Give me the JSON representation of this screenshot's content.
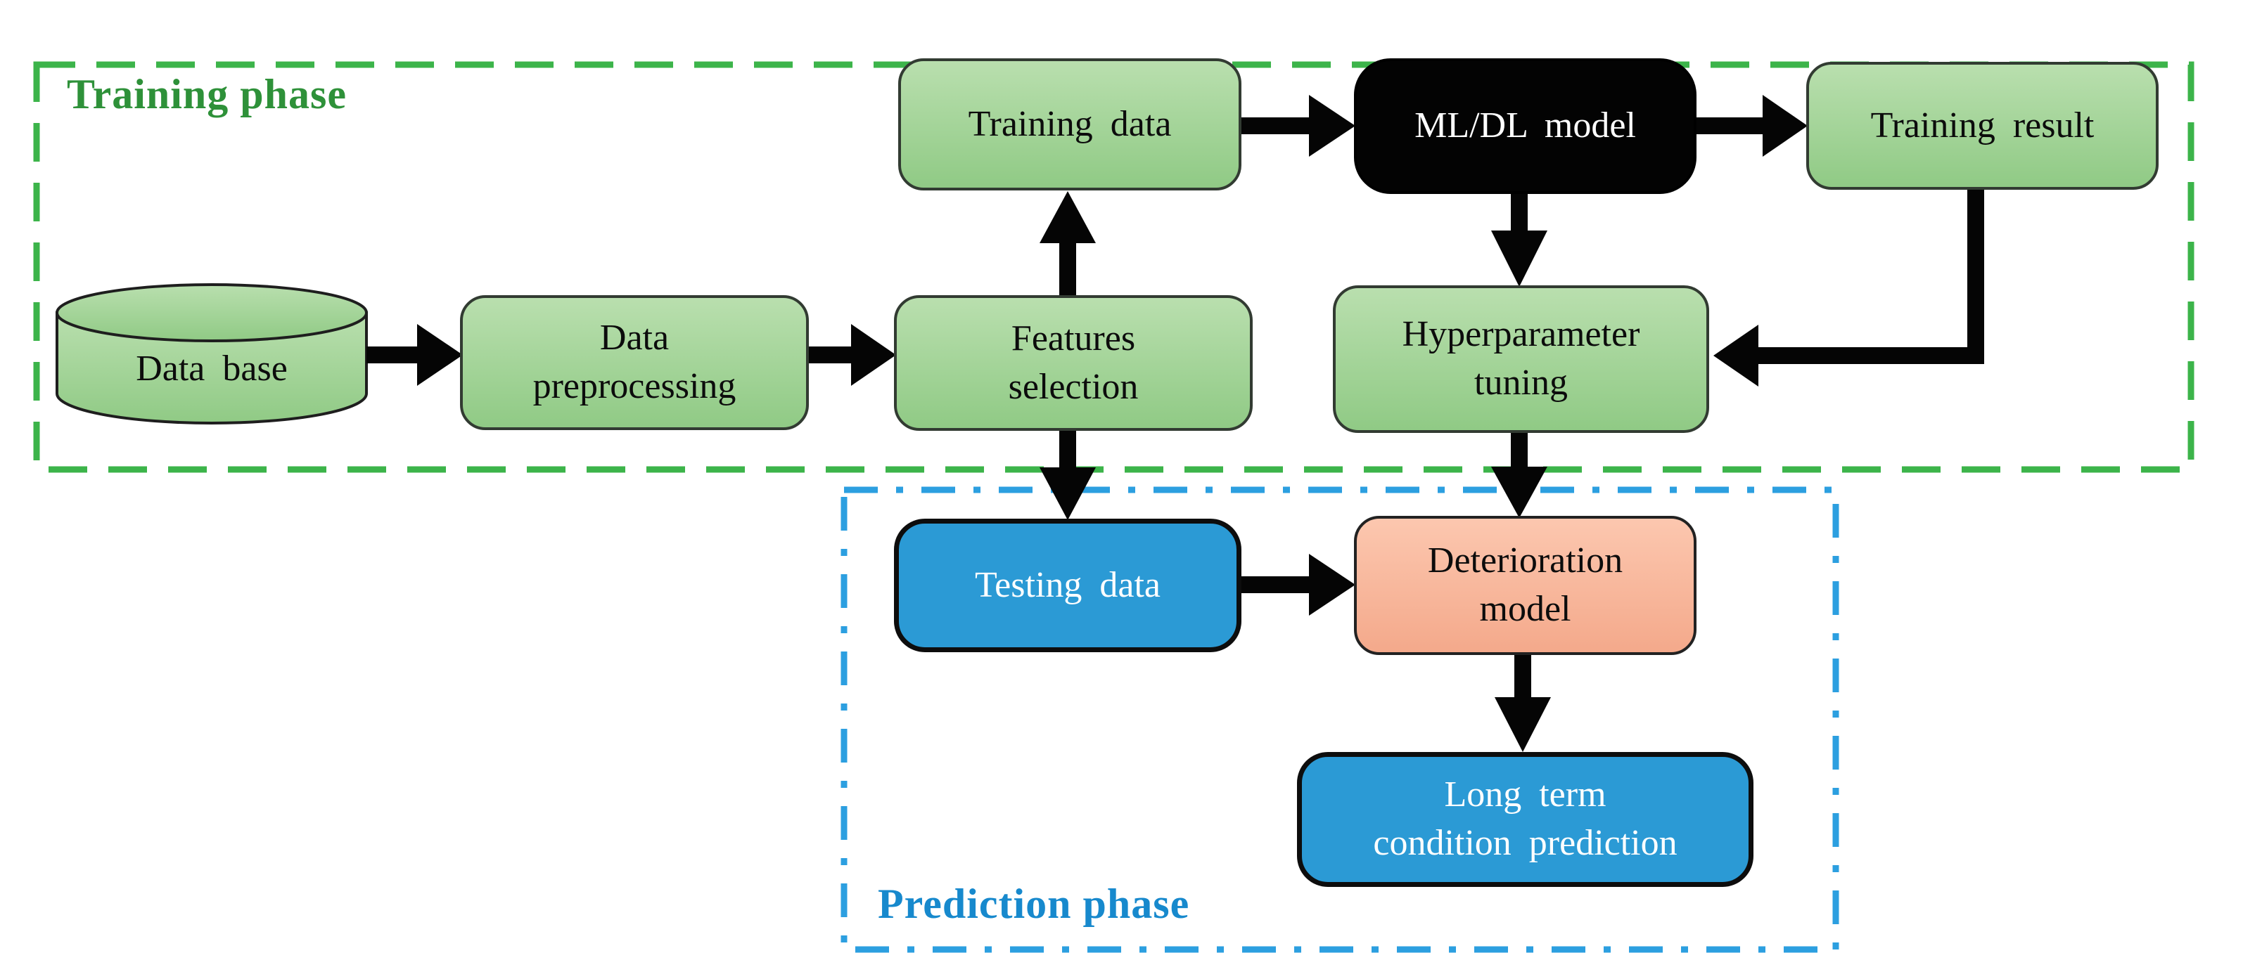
{
  "diagram": {
    "training_phase": {
      "label": "Training phase"
    },
    "prediction_phase": {
      "label": "Prediction phase"
    },
    "nodes": {
      "database": {
        "label": "Data base"
      },
      "data_preprocessing": {
        "lines": [
          "Data",
          "preprocessing"
        ]
      },
      "features_selection": {
        "lines": [
          "Features",
          "selection"
        ]
      },
      "training_data": {
        "label": "Training data"
      },
      "ml_dl_model": {
        "label": "ML/DL model"
      },
      "training_result": {
        "label": "Training result"
      },
      "hyperparameter_tuning": {
        "lines": [
          "Hyperparameter",
          "tuning"
        ]
      },
      "testing_data": {
        "label": "Testing data"
      },
      "deterioration_model": {
        "lines": [
          "Deterioration",
          "model"
        ]
      },
      "long_term_prediction": {
        "lines": [
          "Long term",
          "condition prediction"
        ]
      }
    },
    "colors": {
      "green_box_top": "#b9dfae",
      "green_box_bottom": "#90ca85",
      "black_box": "#030303",
      "blue_box": "#2b9ad5",
      "salmon_top": "#fcc7af",
      "salmon_bottom": "#f4a98b",
      "training_border": "#3cb44a",
      "training_label_color": "#2e9139",
      "prediction_border": "#2c9fe0",
      "prediction_label_color": "#1789cd",
      "arrow_color": "#050505"
    }
  }
}
